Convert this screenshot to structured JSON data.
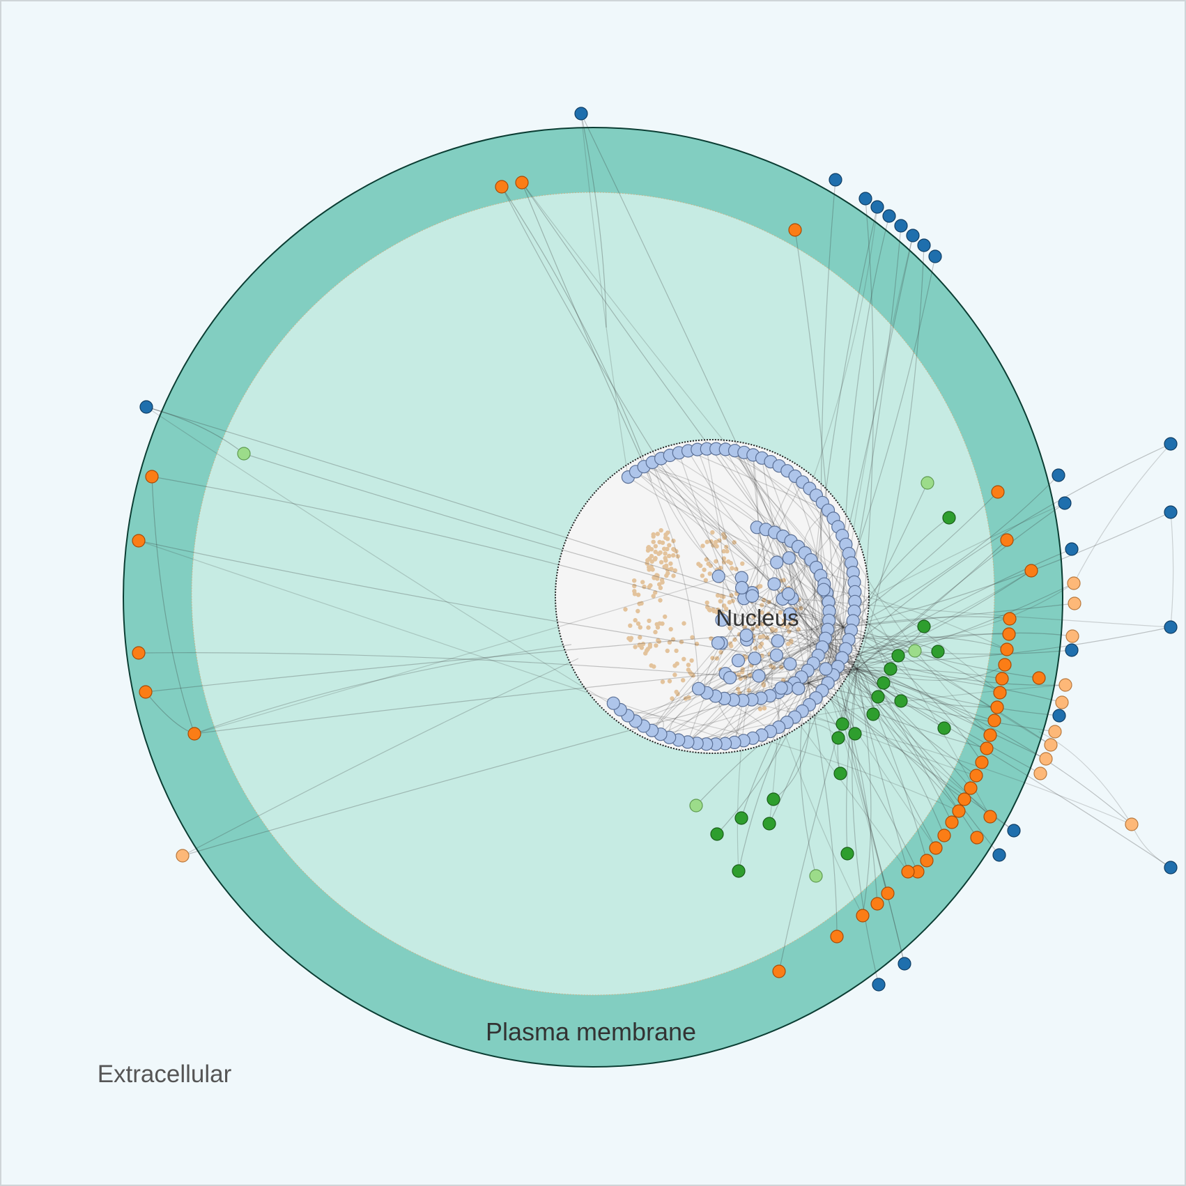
{
  "labels": {
    "extracellular": "Extracellular",
    "plasma_membrane": "Plasma membrane",
    "nucleus": "Nucleus"
  },
  "colors": {
    "background": "#f0f8fb",
    "membrane": "#82cec1",
    "cytoplasm": "#c6ebe3",
    "nucleus": "#f5f5f5",
    "dark_blue_node": "#1f6fad",
    "orange_node": "#fb7d16",
    "light_orange_node": "#fdb878",
    "green_node": "#2e9e2e",
    "light_green_node": "#9cdc8a",
    "light_blue_node": "#aec5ea",
    "chromatin_dot": "#e3c39c",
    "edge": "#333333"
  }
}
